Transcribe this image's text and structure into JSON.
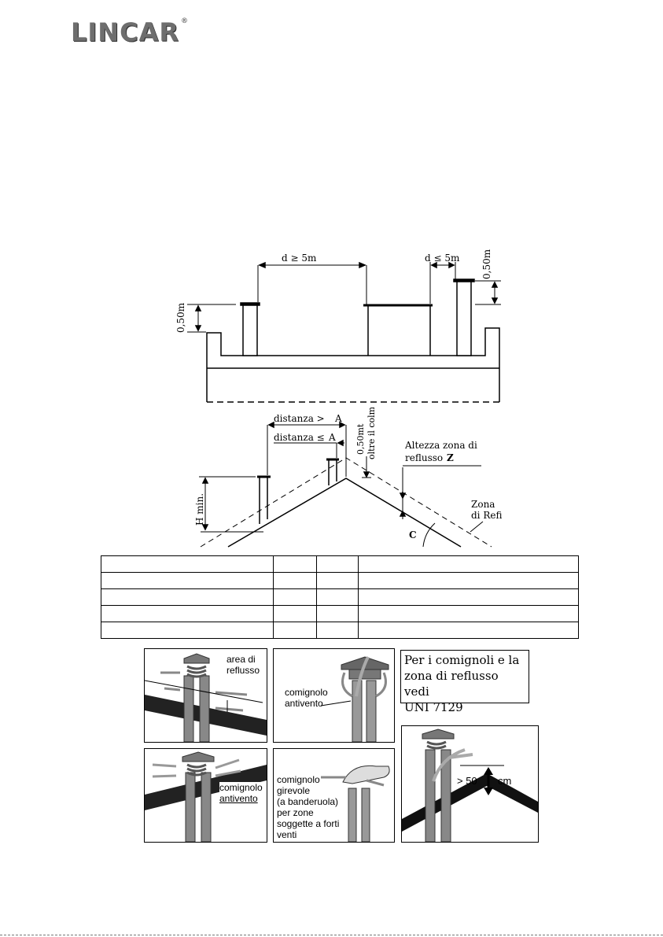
{
  "header": {
    "logo_text": "LINCAR",
    "logo_mark": "®"
  },
  "flat_roof": {
    "d_ge": "d ≥ 5m",
    "d_le": "d ≤ 5m",
    "h_left": "0,50m",
    "h_right": "0,50m"
  },
  "pitched_roof": {
    "dist_gt": "distanza >",
    "dist_le": "distanza ≤",
    "a_letter": "A",
    "h_over": "0,50mt",
    "h_over2": "oltre il colm",
    "h_min": "H min.",
    "altezza_1": "Altezza zona di",
    "altezza_2": "reflusso",
    "z_letter": "Z",
    "zona_1": "Zona",
    "zona_2": "di Refiusso",
    "c_letter": "C"
  },
  "panels": {
    "p1_label_1": "area di",
    "p1_label_2": "reflusso",
    "p2_label_1": "comignolo",
    "p2_label_2": "antivento",
    "p3_label_1": "comignolo",
    "p3_label_2": "antivento",
    "p4_l1": "comignolo",
    "p4_l2": "girevole",
    "p4_l3": "(a banderuola)",
    "p4_l4": "per zone",
    "p4_l5": "soggette a forti",
    "p4_l6": "venti",
    "note_1": "Per i comignoli e la",
    "note_2": "zona di reflusso vedi",
    "note_3": "UNI 7129",
    "dim_label": "> 50",
    "dim_unit": "cm"
  }
}
